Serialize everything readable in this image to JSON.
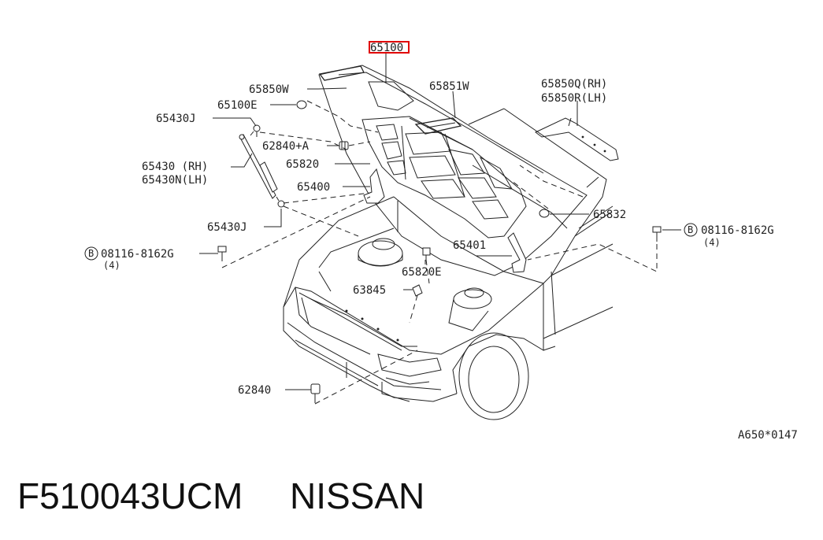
{
  "highlight_color": "#e00000",
  "labels": {
    "hood": "65100",
    "seal_front": "65850W",
    "seal_side": "65851W",
    "grommet": "65100E",
    "seal_rh": "65850Q(RH)",
    "seal_lh": "65850R(LH)",
    "stay_bolt_top": "65430J",
    "clip_62840a": "62840+A",
    "insulator": "65820",
    "stay_rh": "65430 (RH)",
    "stay_lh": "65430N(LH)",
    "hinge_lh": "65400",
    "bumper_65832": "65832",
    "stay_bolt_bottom": "65430J",
    "bolt_right_code": "08116-8162G",
    "bolt_right_qty": "(4)",
    "bolt_left_code": "08116-8162G",
    "bolt_left_qty": "(4)",
    "hinge_rh": "65401",
    "clip_65820e": "65820E",
    "part_63845": "63845",
    "part_62840": "62840",
    "bolt_badge": "B",
    "diagram_code": "A650*0147"
  },
  "footer": {
    "part_number": "F510043UCM",
    "brand": "NISSAN"
  }
}
